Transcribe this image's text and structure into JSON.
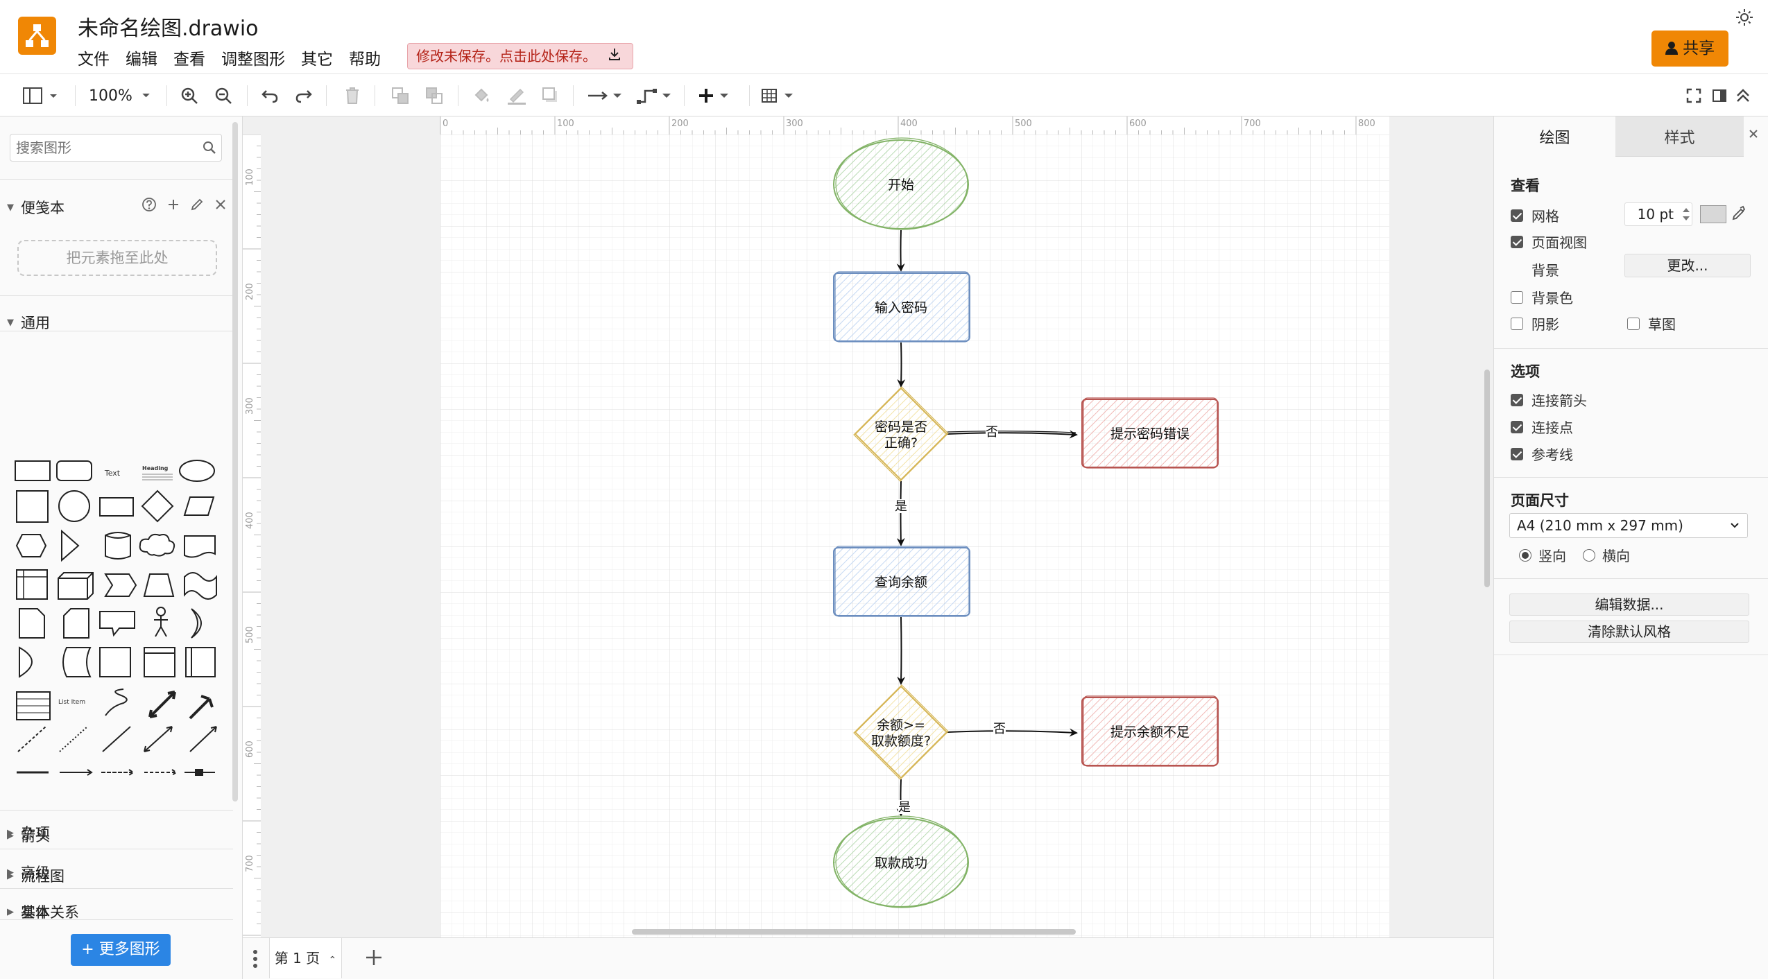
{
  "header": {
    "doc_title": "未命名绘图.drawio",
    "menus": [
      "文件",
      "编辑",
      "查看",
      "调整图形",
      "其它",
      "帮助"
    ],
    "unsaved_banner": "修改未保存。点击此处保存。",
    "share_label": "共享"
  },
  "toolbar": {
    "zoom_level": "100%"
  },
  "left_panel": {
    "search_placeholder": "搜索图形",
    "scratchpad_title": "便笺本",
    "scratchpad_drop": "把元素拖至此处",
    "general_title": "通用",
    "shape_text_label": "Text",
    "shape_heading_label": "Heading",
    "shape_list_item_label": "List Item",
    "categories": [
      "杂项",
      "高级",
      "基本",
      "箭头",
      "流程图",
      "实体关系"
    ],
    "more_shapes": "更多图形"
  },
  "rulers": {
    "top_ticks": [
      "0",
      "100",
      "200",
      "300",
      "400",
      "500",
      "600",
      "700",
      "800"
    ],
    "left_ticks": [
      "100",
      "200",
      "300",
      "400",
      "500",
      "600",
      "700"
    ]
  },
  "diagram": {
    "start": "开始",
    "enter_password": "输入密码",
    "password_check_line1": "密码是否",
    "password_check_line2": "正确?",
    "password_error": "提示密码错误",
    "query_balance": "查询余额",
    "balance_check_line1": "余额>=",
    "balance_check_line2": "取款额度?",
    "balance_insufficient": "提示余额不足",
    "withdraw_success": "取款成功",
    "label_no": "否",
    "label_yes": "是"
  },
  "pages": {
    "current": "第 1 页"
  },
  "right_panel": {
    "tab_diagram": "绘图",
    "tab_style": "样式",
    "view_title": "查看",
    "grid": "网格",
    "grid_size": "10 pt",
    "page_view": "页面视图",
    "background": "背景",
    "change_button": "更改...",
    "background_color": "背景色",
    "shadow": "阴影",
    "sketch": "草图",
    "options_title": "选项",
    "connection_arrows": "连接箭头",
    "connection_points": "连接点",
    "guides": "参考线",
    "page_size_title": "页面尺寸",
    "page_size_value": "A4 (210 mm x 297 mm)",
    "portrait": "竖向",
    "landscape": "横向",
    "edit_data_button": "编辑数据...",
    "clear_default_style_button": "清除默认风格"
  },
  "colors": {
    "brand_orange": "#f08705",
    "start_end_stroke": "#82b366",
    "start_end_fill": "#d5e8d4",
    "process_stroke": "#6c8ebf",
    "process_fill": "#dae8fc",
    "decision_stroke": "#d6b656",
    "decision_fill": "#fff2cc",
    "alert_stroke": "#b85450",
    "alert_fill": "#f8cecc",
    "primary_button": "#2b85e4"
  }
}
